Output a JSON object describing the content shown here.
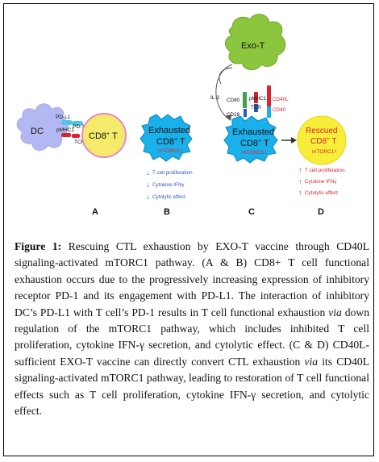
{
  "diagram": {
    "dc": "DC",
    "pdl1": "PD-L1",
    "pmhc1_left": "pMHC1",
    "pd1": "PD-1",
    "tcr_left": "TCR",
    "cd8_t": "CD8",
    "cd8_t_suffix": " T",
    "plus": "+",
    "exhausted_b": "Exhausted",
    "cd8_b": "CD8",
    "mtorc1_b": "mTORC1",
    "down_arrow": "↓",
    "up_arrow": "↑",
    "b_effects": [
      "T cell proliferation",
      "Cytokine IFNγ",
      "Cytolytic effect"
    ],
    "exo_t": "Exo-T",
    "il2": "IL-2",
    "cd80": "CD80",
    "pmhc1_c": "pMHC1",
    "cd40l": "CD40L",
    "tcr_c": "TCR",
    "cd28": "CD28",
    "cd40": "CD40",
    "exhausted_c": "Exhausted",
    "cd8_c": "CD8",
    "mtorc1_c": "mTORC1",
    "rescued": "Rescued",
    "cd8_d": "CD8",
    "mtorc1_d": "mTORC1",
    "d_effects": [
      "T cell proliferation",
      "Cytokine IFNγ",
      "Cytolytic effect"
    ],
    "panel_a": "A",
    "panel_b": "B",
    "panel_c": "C",
    "panel_d": "D"
  },
  "caption": {
    "label": "Figure 1:",
    "t1": " Rescuing CTL exhaustion by EXO-T vaccine through CD40L signaling-activated mTORC1 pathway. (A & B) CD8+ T cell functional exhaustion occurs due to the progressively increasing expression of inhibitory receptor PD-1 and its engagement with PD-L1. The interaction of inhibitory DC’s PD-L1 with T cell’s PD-1 results in T cell functional exhaustion ",
    "via1": "via",
    "t2": " down regulation of the mTORC1 pathway, which includes inhibited T cell proliferation, cytokine IFN-γ secretion, and cytolytic effect. (C & D) CD40L-sufficient EXO-T vaccine can directly convert CTL exhaustion ",
    "via2": "via",
    "t3": " its CD40L signaling-activated mTORC1 pathway, leading to restoration of T cell functional effects such as T cell proliferation, cytokine IFN-γ secretion, and cytolytic effect."
  },
  "colors": {
    "dc_fill": "#b3b8f2",
    "cd8_fill": "#f5ea6a",
    "cd8_stroke": "#e888c8",
    "exhausted_fill": "#1ab0ea",
    "exo_fill": "#8cc63f",
    "rescued_fill": "#f7ee3a",
    "red": "#d9232e",
    "blue": "#2a58c0"
  }
}
